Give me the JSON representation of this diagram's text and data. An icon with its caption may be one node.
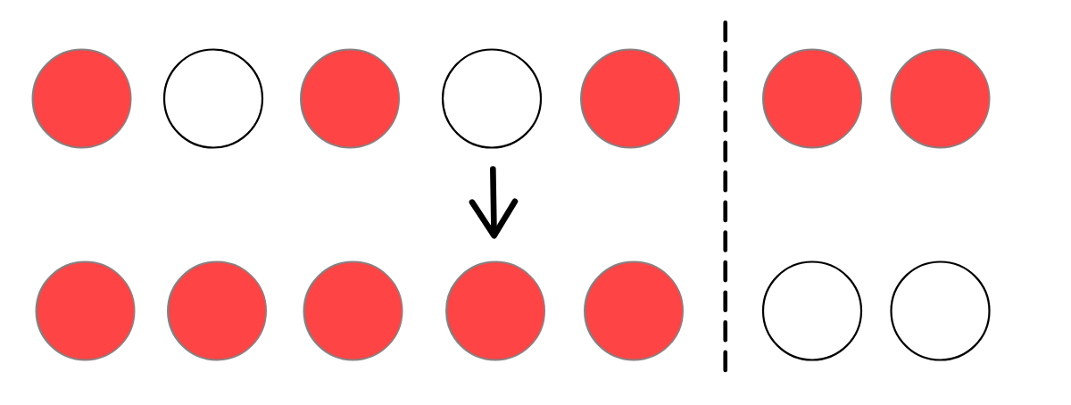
{
  "diagram": {
    "nodes": [
      {
        "text": [],
        "shape": "circle"
      },
      {
        "text": [],
        "shape": "circle"
      },
      {
        "text": [],
        "shape": "circle"
      },
      {
        "text": [],
        "shape": "circle"
      },
      {
        "text": [],
        "shape": "circle"
      },
      {
        "text": [],
        "shape": "circle"
      },
      {
        "text": [],
        "shape": "circle"
      },
      {
        "text": [],
        "shape": "circle"
      },
      {
        "text": [],
        "shape": "circle"
      },
      {
        "text": [],
        "shape": "circle"
      },
      {
        "text": [],
        "shape": "circle"
      },
      {
        "text": [],
        "shape": "circle"
      },
      {
        "text": [],
        "shape": "circle"
      },
      {
        "text": [],
        "shape": "circle"
      }
    ],
    "edges": [
      {
        "from": 3,
        "to": 10,
        "arrow": "to"
      }
    ]
  }
}
